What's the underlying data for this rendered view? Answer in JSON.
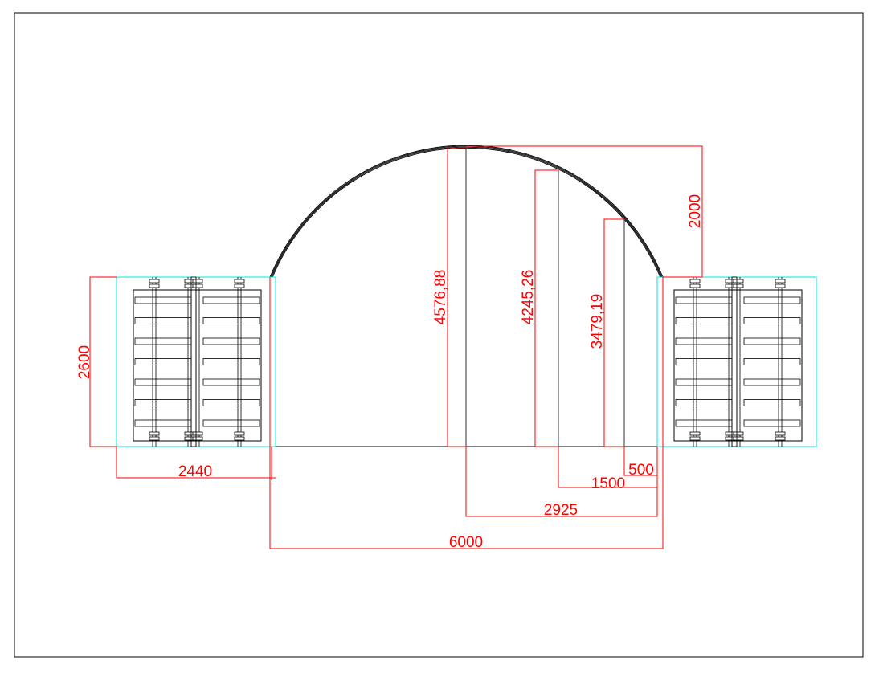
{
  "colors": {
    "dimension": "#ff0000",
    "container_outline": "#00e5e5",
    "structure": "#000000",
    "post": "#555555"
  },
  "dimensions": {
    "container_height": "2600",
    "container_width": "2440",
    "span": "6000",
    "apex_height": "4576,88",
    "height_at_1500": "4245,26",
    "height_at_500": "3479,19",
    "arch_rise": "2000",
    "offset_2925": "2925",
    "offset_1500": "1500",
    "offset_500": "500"
  }
}
